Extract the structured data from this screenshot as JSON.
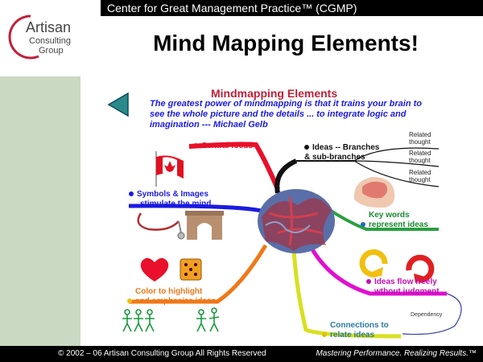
{
  "header": {
    "bar_text": "Center for Great Management Practice™  (CGMP)",
    "title": "Mind Mapping Elements!"
  },
  "logo": {
    "line1": "Artisan",
    "line2": "Consulting",
    "line3": "Group"
  },
  "mindmap": {
    "title": "Mindmapping Elements",
    "quote": "The greatest power of mindmapping is that it trains your brain to see the whole picture and the details ... to integrate logic and imagination --- Michael Gelb",
    "central_focus": "Central focus",
    "branches_line1": "Ideas -- Branches",
    "branches_line2": "& sub-branches",
    "related_1": "Related thought",
    "related_2": "Related thought",
    "related_3": "Related thought",
    "symbols_line1": "Symbols & Images",
    "symbols_line2": "stimulate the mind",
    "keywords_line1": "Key words",
    "keywords_line2": "represent ideas",
    "color_line1": "Color to highlight",
    "color_line2": "and emphasize ideas",
    "ideas_flow_line1": "Ideas flow freely",
    "ideas_flow_line2": "wthout judgment",
    "dependency": "Dependency",
    "connections_line1": "Connections to",
    "connections_line2": "relate ideas"
  },
  "footer": {
    "left": "© 2002 – 06  Artisan Consulting Group   All Rights Reserved",
    "right": "Mastering Performance. Realizing Results.™"
  },
  "colors": {
    "accent_red": "#c0203a",
    "quote_blue": "#1b1be0",
    "side_green": "#c9d9c2"
  },
  "icons": [
    "back-arrow-icon",
    "canada-flag-icon",
    "stethoscope-icon",
    "arch-icon",
    "brain-icon",
    "heart-icon",
    "dice-icon",
    "people-icon",
    "circular-arrows-icon"
  ]
}
